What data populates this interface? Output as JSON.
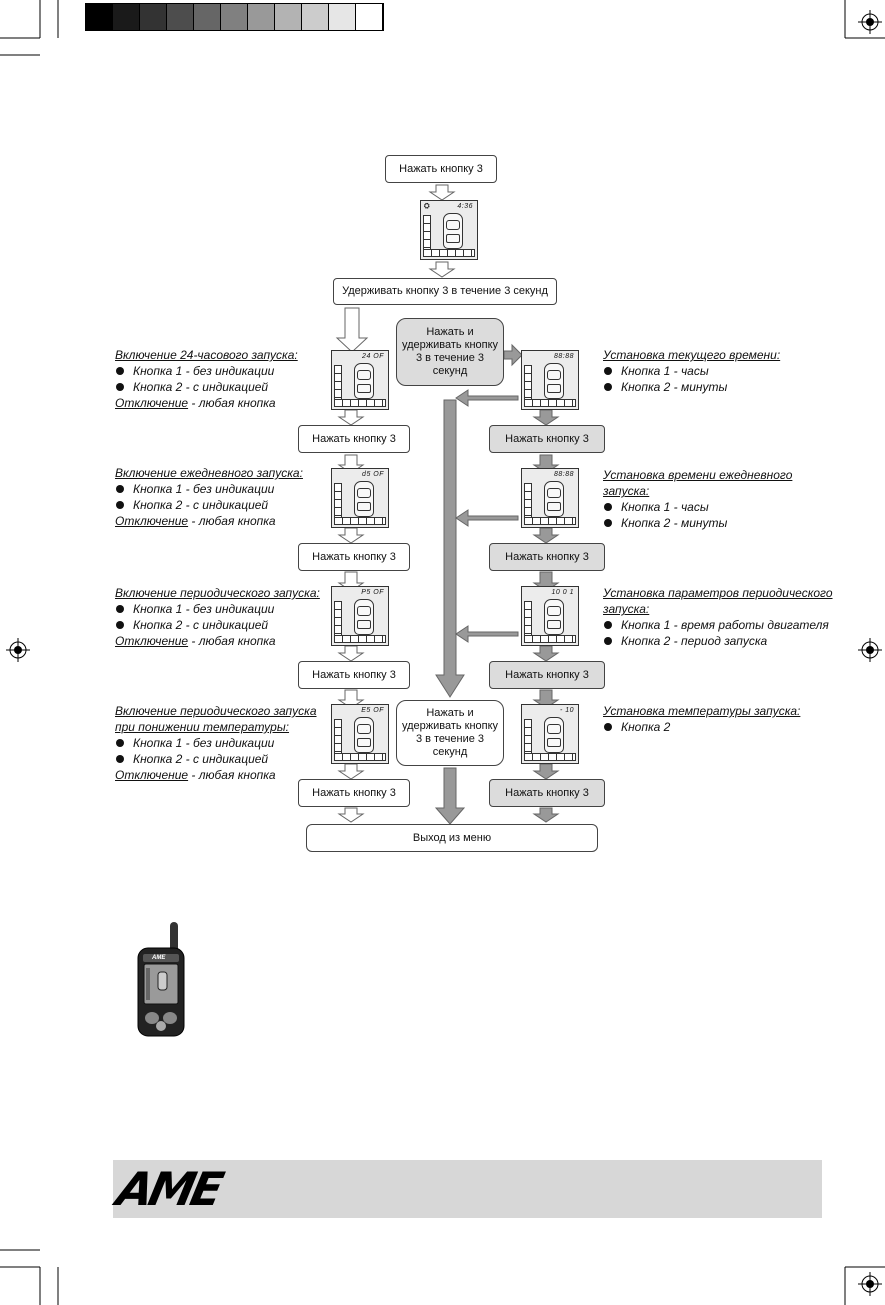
{
  "flow": {
    "press3": "Нажать  кнопку 3",
    "hold3": "Удерживать  кнопку 3 в течение 3 секунд",
    "press_hold": "Нажать и удерживать кнопку 3 в течение 3 секунд",
    "exit": "Выход  из меню"
  },
  "lcd": {
    "top": "4:36",
    "l1": "24 OF",
    "l2": "d5 OF",
    "l3": "P5 OF",
    "l4": "E5 OF",
    "r1": "88:88",
    "r2": "88:88",
    "r3": "10  0 1",
    "r4": "- 10"
  },
  "left_notes": {
    "n1": {
      "title": "Включение 24-часового запуска:",
      "b1": "Кнопка 1 - без индикации",
      "b2": "Кнопка 2 - с индикацией",
      "off": "Отключение",
      "off_rest": " - любая кнопка"
    },
    "n2": {
      "title": "Включение ежедневного запуска:",
      "b1": "Кнопка 1 - без индикации",
      "b2": "Кнопка 2 - с индикацией",
      "off": "Отключение",
      "off_rest": " - любая кнопка"
    },
    "n3": {
      "title": "Включение периодического запуска:",
      "b1": "Кнопка 1 - без индикации",
      "b2": "Кнопка 2 - с индикацией",
      "off": "Отключение",
      "off_rest": " - любая кнопка"
    },
    "n4": {
      "title1": "Включение периодического запуска",
      "title2": "при понижении температуры:",
      "b1": "Кнопка 1 - без индикации",
      "b2": "Кнопка 2 - с индикацией",
      "off": "Отключение",
      "off_rest": " - любая кнопка"
    }
  },
  "right_notes": {
    "n1": {
      "title": "Установка текущего времени:",
      "b1": "Кнопка 1 - часы",
      "b2": "Кнопка 2 - минуты"
    },
    "n2": {
      "title1": "Установка времени ежедневного",
      "title2": "запуска:",
      "b1": "Кнопка 1 - часы",
      "b2": "Кнопка 2 - минуты"
    },
    "n3": {
      "title1": "Установка параметров периодического",
      "title2": "запуска:",
      "b1": "Кнопка 1 - время работы двигателя",
      "b2": "Кнопка 2 - период запуска"
    },
    "n4": {
      "title": "Установка температуры запуска:",
      "b1": "Кнопка 2"
    }
  },
  "remote": {
    "brand": "AME"
  },
  "footer": {
    "logo": "AME",
    "colors": {
      "band": "#d7d7d7",
      "logo": "#000000"
    }
  },
  "calibration_bar": [
    "#000000",
    "#1a1a1a",
    "#333333",
    "#4d4d4d",
    "#666666",
    "#808080",
    "#999999",
    "#b3b3b3",
    "#cccccc",
    "#e6e6e6",
    "#ffffff"
  ]
}
